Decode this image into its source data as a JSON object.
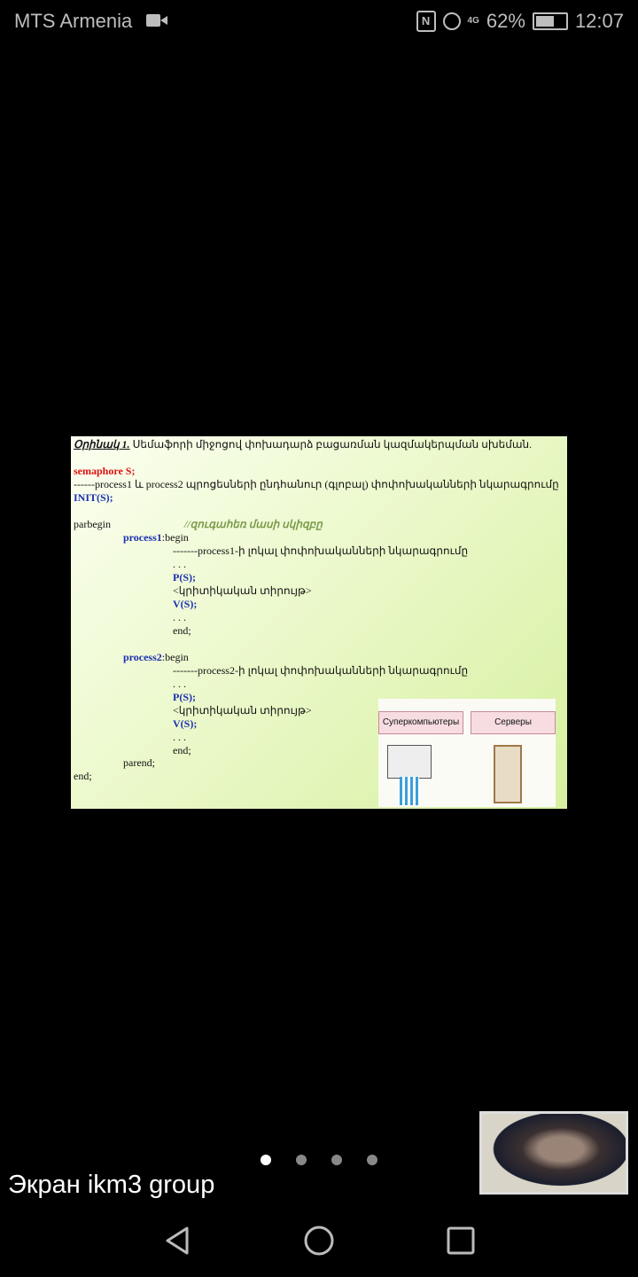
{
  "status_bar": {
    "carrier": "MTS Armenia",
    "nfc": "N",
    "network": "4G",
    "battery": "62%",
    "time": "12:07"
  },
  "slide": {
    "title_label": "Օրինակ 1.",
    "title_text": " Սեմաֆորի միջոցով փոխադարձ բացառման կազմակերպման սխեման.",
    "lines": {
      "semaphore": "semaphore S;",
      "globals": "------process1 և process2 պրոցեսների ընդհանուր (գլոբալ) փոփոխականների նկարագրումը",
      "init": "INIT(S);",
      "parbegin": "parbegin",
      "comment": "//զուգահեռ մասի սկիզբը",
      "p1_name": "process1",
      "begin": ":begin",
      "p1_locals": "-------process1-ի լոկալ փոփոխականների նկարագրումը",
      "dots": ". . .",
      "p": "P(S);",
      "critical": "<կրիտիկական տիրույթ>",
      "v": "V(S);",
      "end": "end;",
      "p2_name": "process2",
      "p2_locals": "-------process2-ի լոկալ փոփոխականների նկարագրումը",
      "parend": "parend;",
      "end_final": "end;"
    },
    "picture": {
      "label1": "Суперкомпьютеры",
      "label2": "Серверы"
    }
  },
  "page_indicator": {
    "count": 4,
    "active": 1
  },
  "share_label": "Экран ikm3 group"
}
